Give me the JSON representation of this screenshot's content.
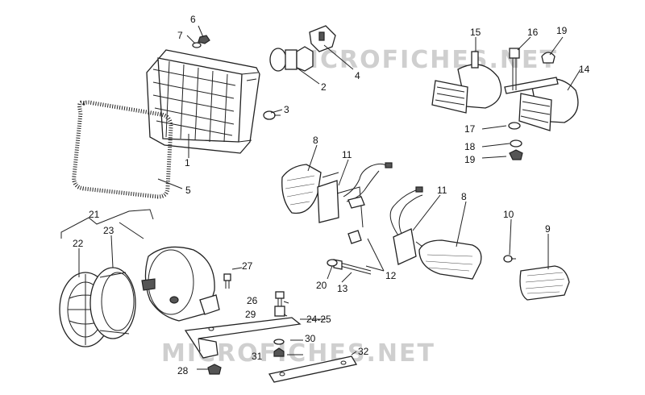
{
  "watermark_top": "MICROFICHES.NET",
  "watermark_bottom": "MICROFICHES.NET",
  "labels": {
    "l1": "1",
    "l2": "2",
    "l3": "3",
    "l4": "4",
    "l5": "5",
    "l6": "6",
    "l7": "7",
    "l8a": "8",
    "l8b": "8",
    "l9": "9",
    "l10": "10",
    "l11a": "11",
    "l11b": "11",
    "l12": "12",
    "l13": "13",
    "l14": "14",
    "l15": "15",
    "l16": "16",
    "l17": "17",
    "l18": "18",
    "l19a": "19",
    "l19b": "19",
    "l20": "20",
    "l21": "21",
    "l22": "22",
    "l23": "23",
    "l24": "24-25",
    "l26": "26",
    "l27": "27",
    "l28": "28",
    "l29": "29",
    "l30": "30",
    "l31": "31",
    "l32": "32"
  }
}
